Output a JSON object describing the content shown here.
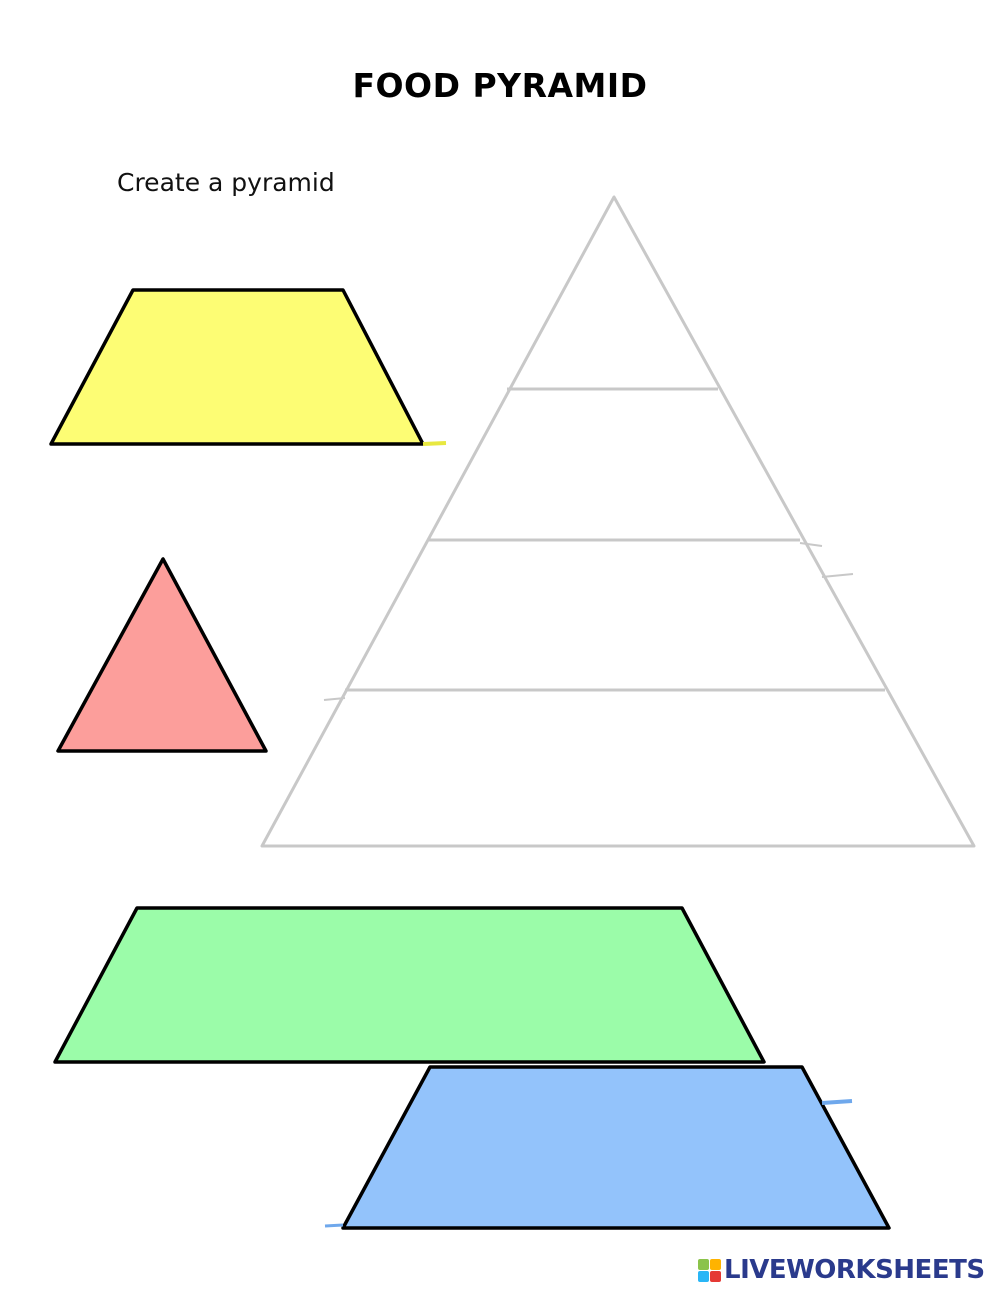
{
  "worksheet": {
    "title": "FOOD PYRAMID",
    "instruction": "Create a pyramid"
  },
  "pieces": [
    {
      "name": "yellow-trapezoid-piece",
      "color": "#fdfd74"
    },
    {
      "name": "red-triangle-piece",
      "color": "#fc9e9b"
    },
    {
      "name": "green-trapezoid-piece",
      "color": "#9bfca9"
    },
    {
      "name": "blue-trapezoid-piece",
      "color": "#93c3fb"
    }
  ],
  "target_pyramid": {
    "outline_color": "#c8c8c8",
    "levels": 4
  },
  "watermark": {
    "text": "LIVEWORKSHEETS",
    "logo_colors": [
      "#8bc34a",
      "#ffb300",
      "#29b6f6",
      "#e53935"
    ]
  }
}
